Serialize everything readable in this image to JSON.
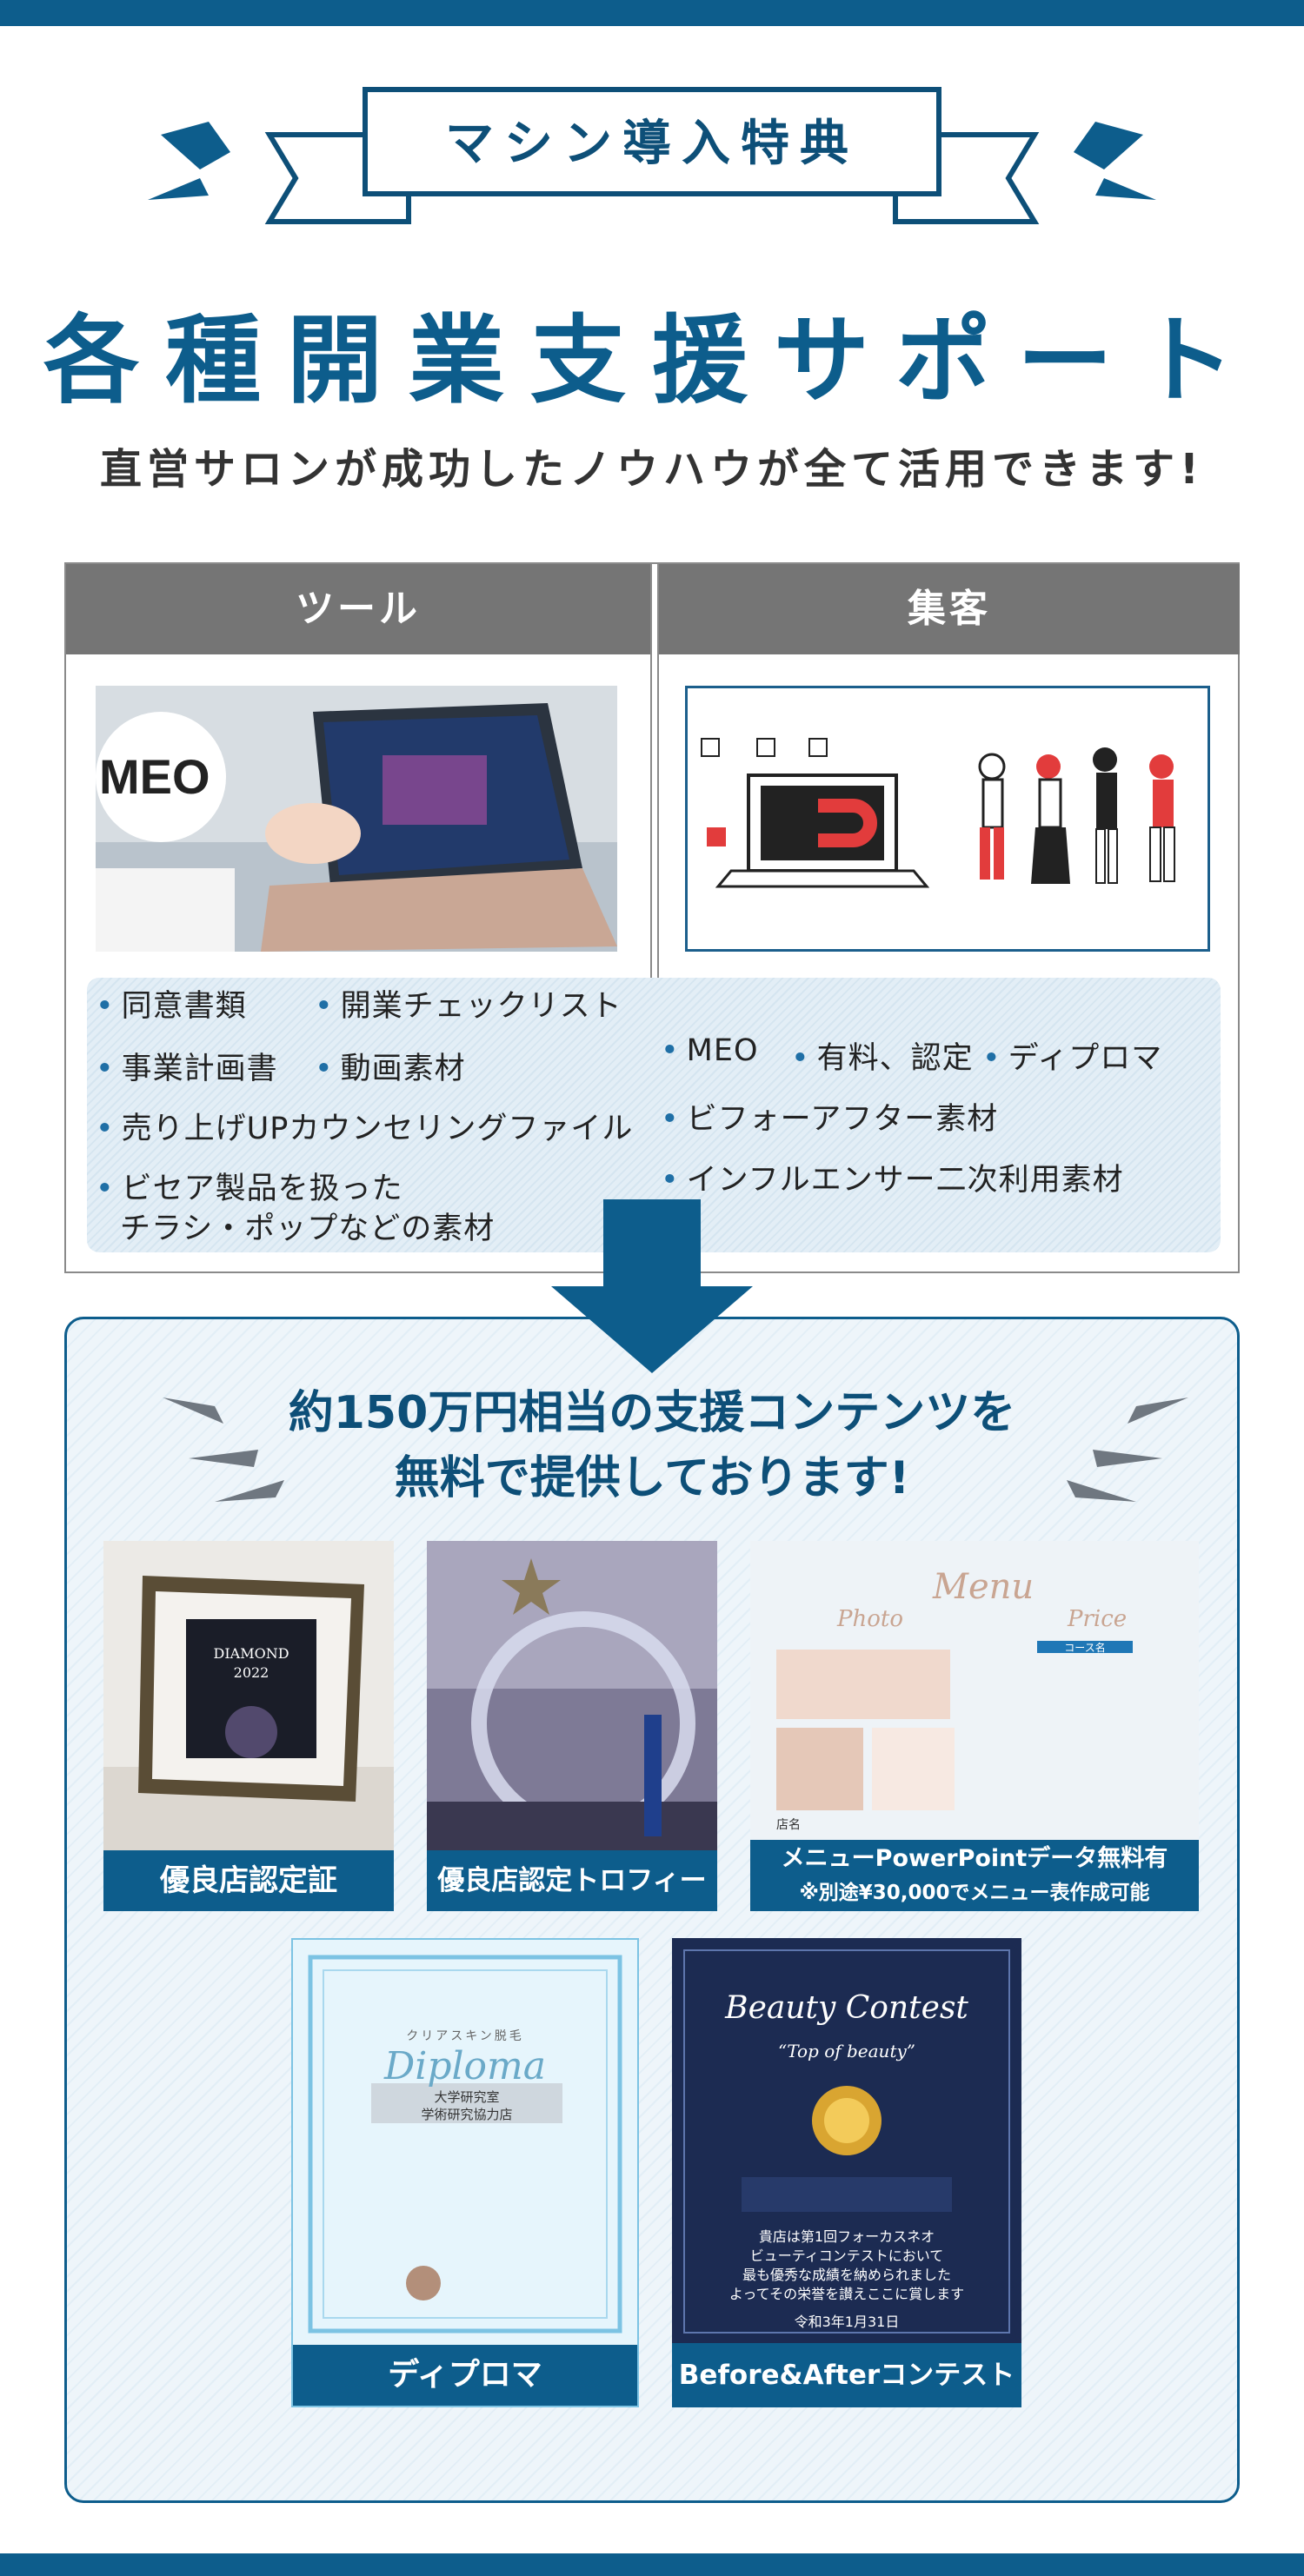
{
  "badge": {
    "text": "マシン導入特典"
  },
  "title": "各種開業支援サポート",
  "subtitle": "直営サロンが成功したノウハウが全て活用できます!",
  "panels": {
    "tool": {
      "header": "ツール",
      "photo_text": "MEO",
      "items": [
        "同意書類",
        "開業チェックリスト",
        "事業計画書",
        "動画素材",
        "売り上げUPカウンセリングファイル",
        "ビセア製品を扱った",
        "チラシ・ポップなどの素材"
      ]
    },
    "marketing": {
      "header": "集客",
      "items": [
        "MEO",
        "有料、認定",
        "ディプロマ",
        "ビフォーアフター素材",
        "インフルエンサー二次利用素材"
      ]
    }
  },
  "support": {
    "line1": "約150万円相当の支援コンテンツを",
    "line2": "無料で提供しております!",
    "cards": [
      {
        "caption": "優良店認定証",
        "cert_title": "DIAMOND",
        "cert_year": "2022"
      },
      {
        "caption": "優良店認定トロフィー"
      },
      {
        "caption": "メニューPowerPointデータ無料有",
        "note": "※別途¥30,000でメニュー表作成可能",
        "menu_title": "Menu",
        "photo_label": "Photo",
        "price_label": "Price",
        "course_label": "コース名",
        "shop_label": "店名"
      },
      {
        "caption": "ディプロマ",
        "diploma_title": "Diploma",
        "diploma_sub": "クリアスキン脱毛",
        "diploma_label1": "大学研究室",
        "diploma_label2": "学術研究協力店"
      },
      {
        "caption": "Before&Afterコンテスト",
        "contest_title": "Beauty Contest",
        "contest_sub": "“Top of beauty”",
        "contest_body1": "貴店は第1回フォーカスネオ",
        "contest_body2": "ビューティコンテストにおいて",
        "contest_body3": "最も優秀な成績を納められました",
        "contest_body4": "よってその栄誉を讃えここに賞します",
        "contest_date": "令和3年1月31日"
      }
    ]
  },
  "colors": {
    "primary": "#0d5d8c",
    "header_gray": "#757575",
    "text_dark": "#333333"
  }
}
